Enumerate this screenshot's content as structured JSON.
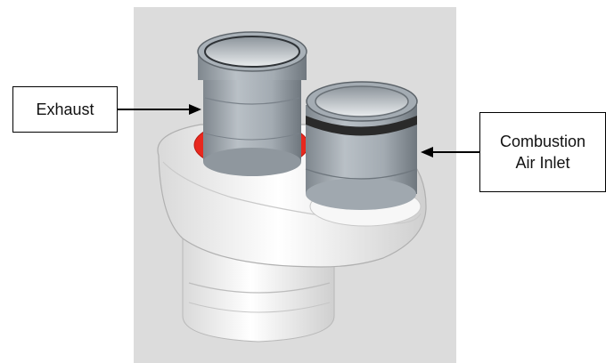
{
  "labels": {
    "exhaust": "Exhaust",
    "combustion_air_inlet": "Combustion Air Inlet"
  },
  "parts": {
    "exhaust_pipe": "exhaust-pipe",
    "air_inlet_pipe": "combustion-air-inlet-pipe",
    "body": "adapter-body"
  },
  "colors": {
    "background_panel": "#dcdcdc",
    "pipe_gray": "#9ea6ad",
    "body_white": "#f4f4f4",
    "gasket_red": "#e8281e",
    "seal_black": "#2a2a2a"
  }
}
